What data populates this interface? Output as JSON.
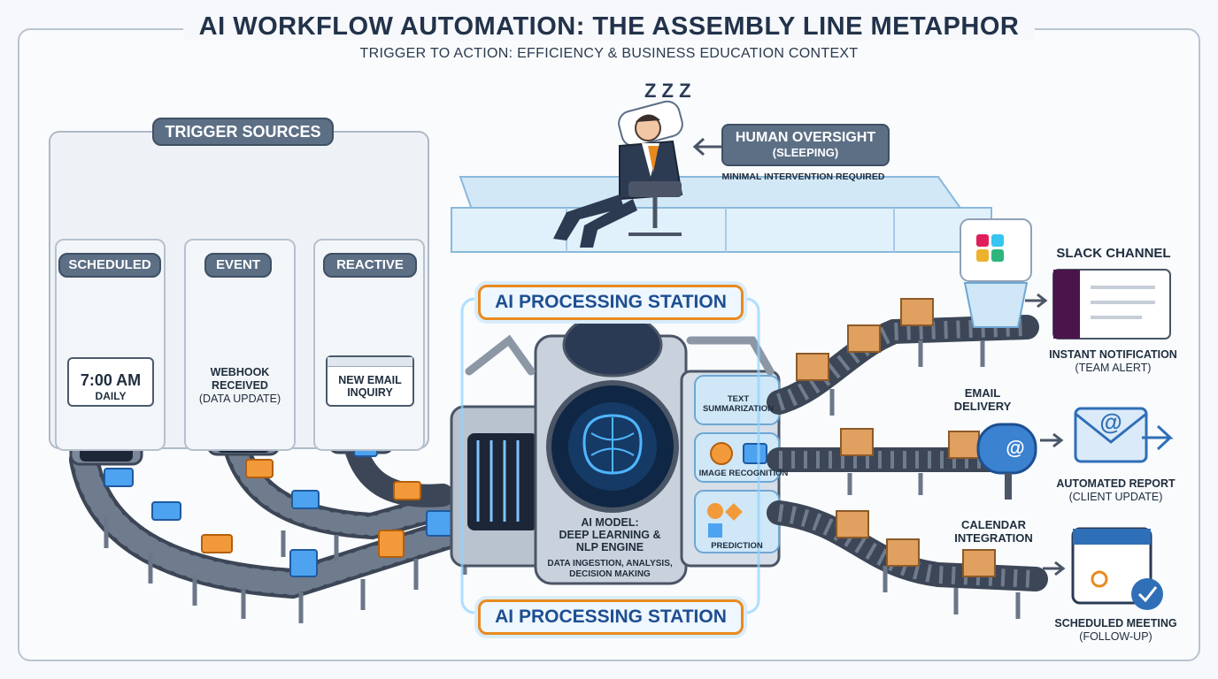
{
  "title": "AI WORKFLOW AUTOMATION: THE ASSEMBLY LINE METAPHOR",
  "subtitle": "TRIGGER TO ACTION: EFFICIENCY & BUSINESS EDUCATION CONTEXT",
  "triggers": {
    "heading": "TRIGGER SOURCES",
    "scheduled": {
      "label": "SCHEDULED",
      "time": "7:00 AM",
      "freq": "DAILY"
    },
    "event": {
      "label": "EVENT",
      "line1": "WEBHOOK",
      "line2": "RECEIVED",
      "line3": "(DATA UPDATE)"
    },
    "reactive": {
      "label": "REACTIVE",
      "line1": "NEW EMAIL",
      "line2": "INQUIRY"
    }
  },
  "oversight": {
    "title": "HUMAN OVERSIGHT",
    "status": "(SLEEPING)",
    "note": "MINIMAL INTERVENTION REQUIRED",
    "zzz": "Z Z Z"
  },
  "station": {
    "top_label": "AI PROCESSING STATION",
    "bottom_label": "AI PROCESSING STATION",
    "model_line1": "AI MODEL:",
    "model_line2": "DEEP LEARNING &",
    "model_line3": "NLP ENGINE",
    "desc_line1": "DATA INGESTION, ANALYSIS,",
    "desc_line2": "DECISION MAKING",
    "tasks": [
      "TEXT SUMMARIZATION",
      "IMAGE RECOGNITION",
      "PREDICTION"
    ]
  },
  "outputs": {
    "slack": {
      "heading": "SLACK CHANNEL",
      "line1": "INSTANT NOTIFICATION",
      "line2": "(TEAM ALERT)"
    },
    "email": {
      "heading1": "EMAIL",
      "heading2": "DELIVERY",
      "line1": "AUTOMATED REPORT",
      "line2": "(CLIENT UPDATE)",
      "symbol": "@"
    },
    "calendar": {
      "heading1": "CALENDAR",
      "heading2": "INTEGRATION",
      "line1": "SCHEDULED MEETING",
      "line2": "(FOLLOW-UP)"
    }
  },
  "colors": {
    "accent": "#e98a1f",
    "blue": "#2f6fb7",
    "slate": "#5c6f85",
    "belt": "#3c4656"
  }
}
